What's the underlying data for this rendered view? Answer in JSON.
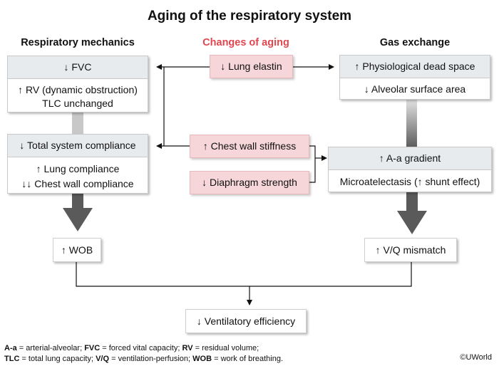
{
  "title": "Aging of the respiratory system",
  "columns": {
    "left": "Respiratory mechanics",
    "center": "Changes of aging",
    "right": "Gas exchange"
  },
  "colors": {
    "center_heading": "#e0464f",
    "pink_box": "#f6d6d8",
    "header_band": "#e8ebee",
    "gray_arrow": "#5a5a5a"
  },
  "boxes": {
    "fvc": {
      "header": "↓ FVC",
      "line1": "↑ RV (dynamic obstruction)",
      "line2": "TLC unchanged"
    },
    "compliance": {
      "header": "↓ Total system compliance",
      "line1": "↑ Lung compliance",
      "line2": "↓↓ Chest wall compliance"
    },
    "elastin": "↓ Lung elastin",
    "chest_wall": "↑ Chest wall stiffness",
    "diaphragm": "↓ Diaphragm strength",
    "dead_space": {
      "header": "↑ Physiological dead space",
      "line1": "↓ Alveolar surface area"
    },
    "aa_gradient": {
      "header": "↑ A-a gradient",
      "line1": "Microatelectasis (↑ shunt effect)"
    },
    "wob": "↑ WOB",
    "vq": "↑ V/Q mismatch",
    "efficiency": "↓ Ventilatory efficiency"
  },
  "footer": {
    "line1": [
      {
        "abbr": "A-a",
        "def": " = arterial-alveolar; "
      },
      {
        "abbr": "FVC",
        "def": " = forced vital capacity; "
      },
      {
        "abbr": "RV",
        "def": " = residual volume;"
      }
    ],
    "line2": [
      {
        "abbr": "TLC",
        "def": " = total lung capacity; "
      },
      {
        "abbr": "V/Q",
        "def": " = ventilation-perfusion; "
      },
      {
        "abbr": "WOB",
        "def": " = work of breathing."
      }
    ],
    "copyright": "©UWorld"
  }
}
